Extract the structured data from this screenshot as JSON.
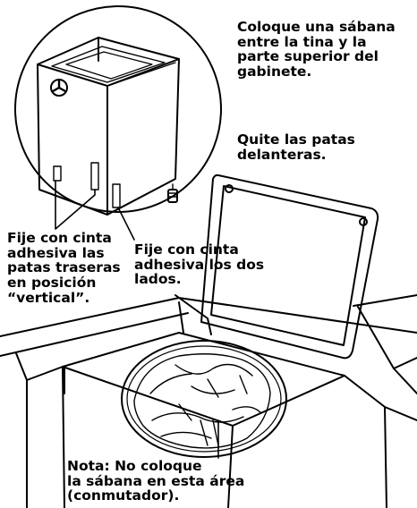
{
  "labels": {
    "place_sheet": "Coloque una sábana\nentre la tina y la\nparte superior del\ngabinete.",
    "remove_front_legs": "Quite las patas\ndelanteras.",
    "tape_rear_legs": "Fije con cinta\nadhesiva las\npatas traseras\nen posición\n“vertical”.",
    "tape_both_sides": "Fije con cinta\nadhesiva los dos\nlados.",
    "note_switch": "Nota: No coloque\nla sábana en esta área\n(conmutador)."
  }
}
